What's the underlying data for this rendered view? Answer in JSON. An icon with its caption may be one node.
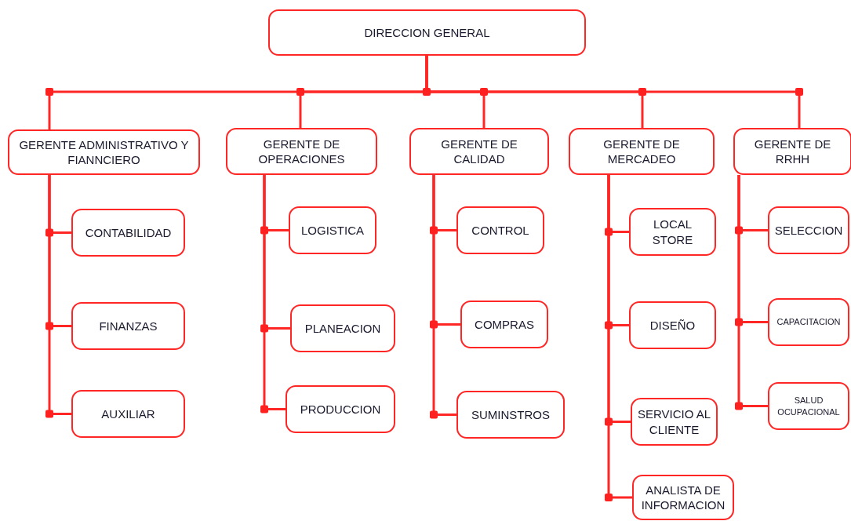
{
  "diagram": {
    "nodes": [
      {
        "text": [
          "DIRECCION GENERAL"
        ]
      },
      {
        "text": [
          "GERENTE ADMINISTRATIVO Y FIANNCIERO"
        ]
      },
      {
        "text": [
          "CONTABILIDAD"
        ]
      },
      {
        "text": [
          "FINANZAS"
        ]
      },
      {
        "text": [
          "AUXILIAR"
        ]
      },
      {
        "text": [
          "GERENTE DE OPERACIONES"
        ]
      },
      {
        "text": [
          "LOGISTICA"
        ]
      },
      {
        "text": [
          "PLANEACION"
        ]
      },
      {
        "text": [
          "PRODUCCION"
        ]
      },
      {
        "text": [
          "GERENTE DE CALIDAD"
        ]
      },
      {
        "text": [
          "CONTROL"
        ]
      },
      {
        "text": [
          "COMPRAS"
        ]
      },
      {
        "text": [
          "SUMINSTROS"
        ]
      },
      {
        "text": [
          "GERENTE DE MERCADEO"
        ]
      },
      {
        "text": [
          "LOCAL STORE"
        ]
      },
      {
        "text": [
          "DISEÑO"
        ]
      },
      {
        "text": [
          "SERVICIO AL CLIENTE"
        ]
      },
      {
        "text": [
          "ANALISTA DE INFORMACION"
        ]
      },
      {
        "text": [
          "GERENTE DE RRHH"
        ]
      },
      {
        "text": [
          "SELECCION"
        ]
      },
      {
        "text": [
          "CAPACITACION"
        ]
      },
      {
        "text": [
          "SALUD OCUPACIONAL"
        ]
      }
    ],
    "edges": [
      {
        "from": 0,
        "to": 1,
        "arrow": "none"
      },
      {
        "from": 0,
        "to": 5,
        "arrow": "none"
      },
      {
        "from": 0,
        "to": 9,
        "arrow": "none"
      },
      {
        "from": 0,
        "to": 13,
        "arrow": "none"
      },
      {
        "from": 0,
        "to": 18,
        "arrow": "none"
      },
      {
        "from": 1,
        "to": 2,
        "arrow": "none"
      },
      {
        "from": 1,
        "to": 3,
        "arrow": "none"
      },
      {
        "from": 1,
        "to": 4,
        "arrow": "none"
      },
      {
        "from": 5,
        "to": 6,
        "arrow": "none"
      },
      {
        "from": 5,
        "to": 7,
        "arrow": "none"
      },
      {
        "from": 5,
        "to": 8,
        "arrow": "none"
      },
      {
        "from": 9,
        "to": 10,
        "arrow": "none"
      },
      {
        "from": 9,
        "to": 11,
        "arrow": "none"
      },
      {
        "from": 9,
        "to": 12,
        "arrow": "none"
      },
      {
        "from": 13,
        "to": 14,
        "arrow": "none"
      },
      {
        "from": 13,
        "to": 15,
        "arrow": "none"
      },
      {
        "from": 13,
        "to": 16,
        "arrow": "none"
      },
      {
        "from": 13,
        "to": 17,
        "arrow": "none"
      },
      {
        "from": 18,
        "to": 19,
        "arrow": "none"
      },
      {
        "from": 18,
        "to": 20,
        "arrow": "none"
      },
      {
        "from": 18,
        "to": 21,
        "arrow": "none"
      }
    ]
  }
}
